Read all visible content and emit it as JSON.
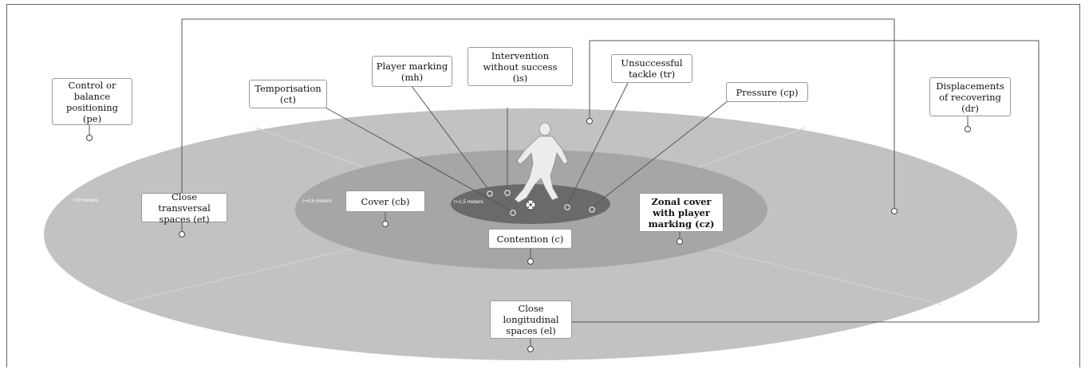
{
  "zones": {
    "outer_radius": "r=9 meters",
    "middle_radius": "r=4,5 meters",
    "inner_radius": "r=1,5 meters"
  },
  "labels": {
    "control_balance": "Control or\nbalance\npositioning\n(pe)",
    "temporisation": "Temporisation\n(ct)",
    "player_marking": "Player marking\n(mh)",
    "intervention": "Intervention\nwithout success\n(is)",
    "unsuccessful_tackle": "Unsuccessful\ntackle (tr)",
    "pressure": "Pressure (cp)",
    "displacements": "Displacements\nof recovering\n(dr)",
    "close_transversal": "Close transversal\nspaces (et)",
    "cover": "Cover (cb)",
    "contention": "Contention (c)",
    "zonal_cover": "Zonal cover\nwith player\nmarking (cz)",
    "close_longitudinal": "Close\nlongitudinal\nspaces (el)"
  },
  "colors": {
    "outer_zone": "#c2c2c2",
    "middle_zone": "#a6a6a6",
    "inner_zone": "#6a6a6a",
    "lines": "#555555"
  },
  "icons": {
    "player": "defender-silhouette",
    "ball": "soccer-ball"
  }
}
